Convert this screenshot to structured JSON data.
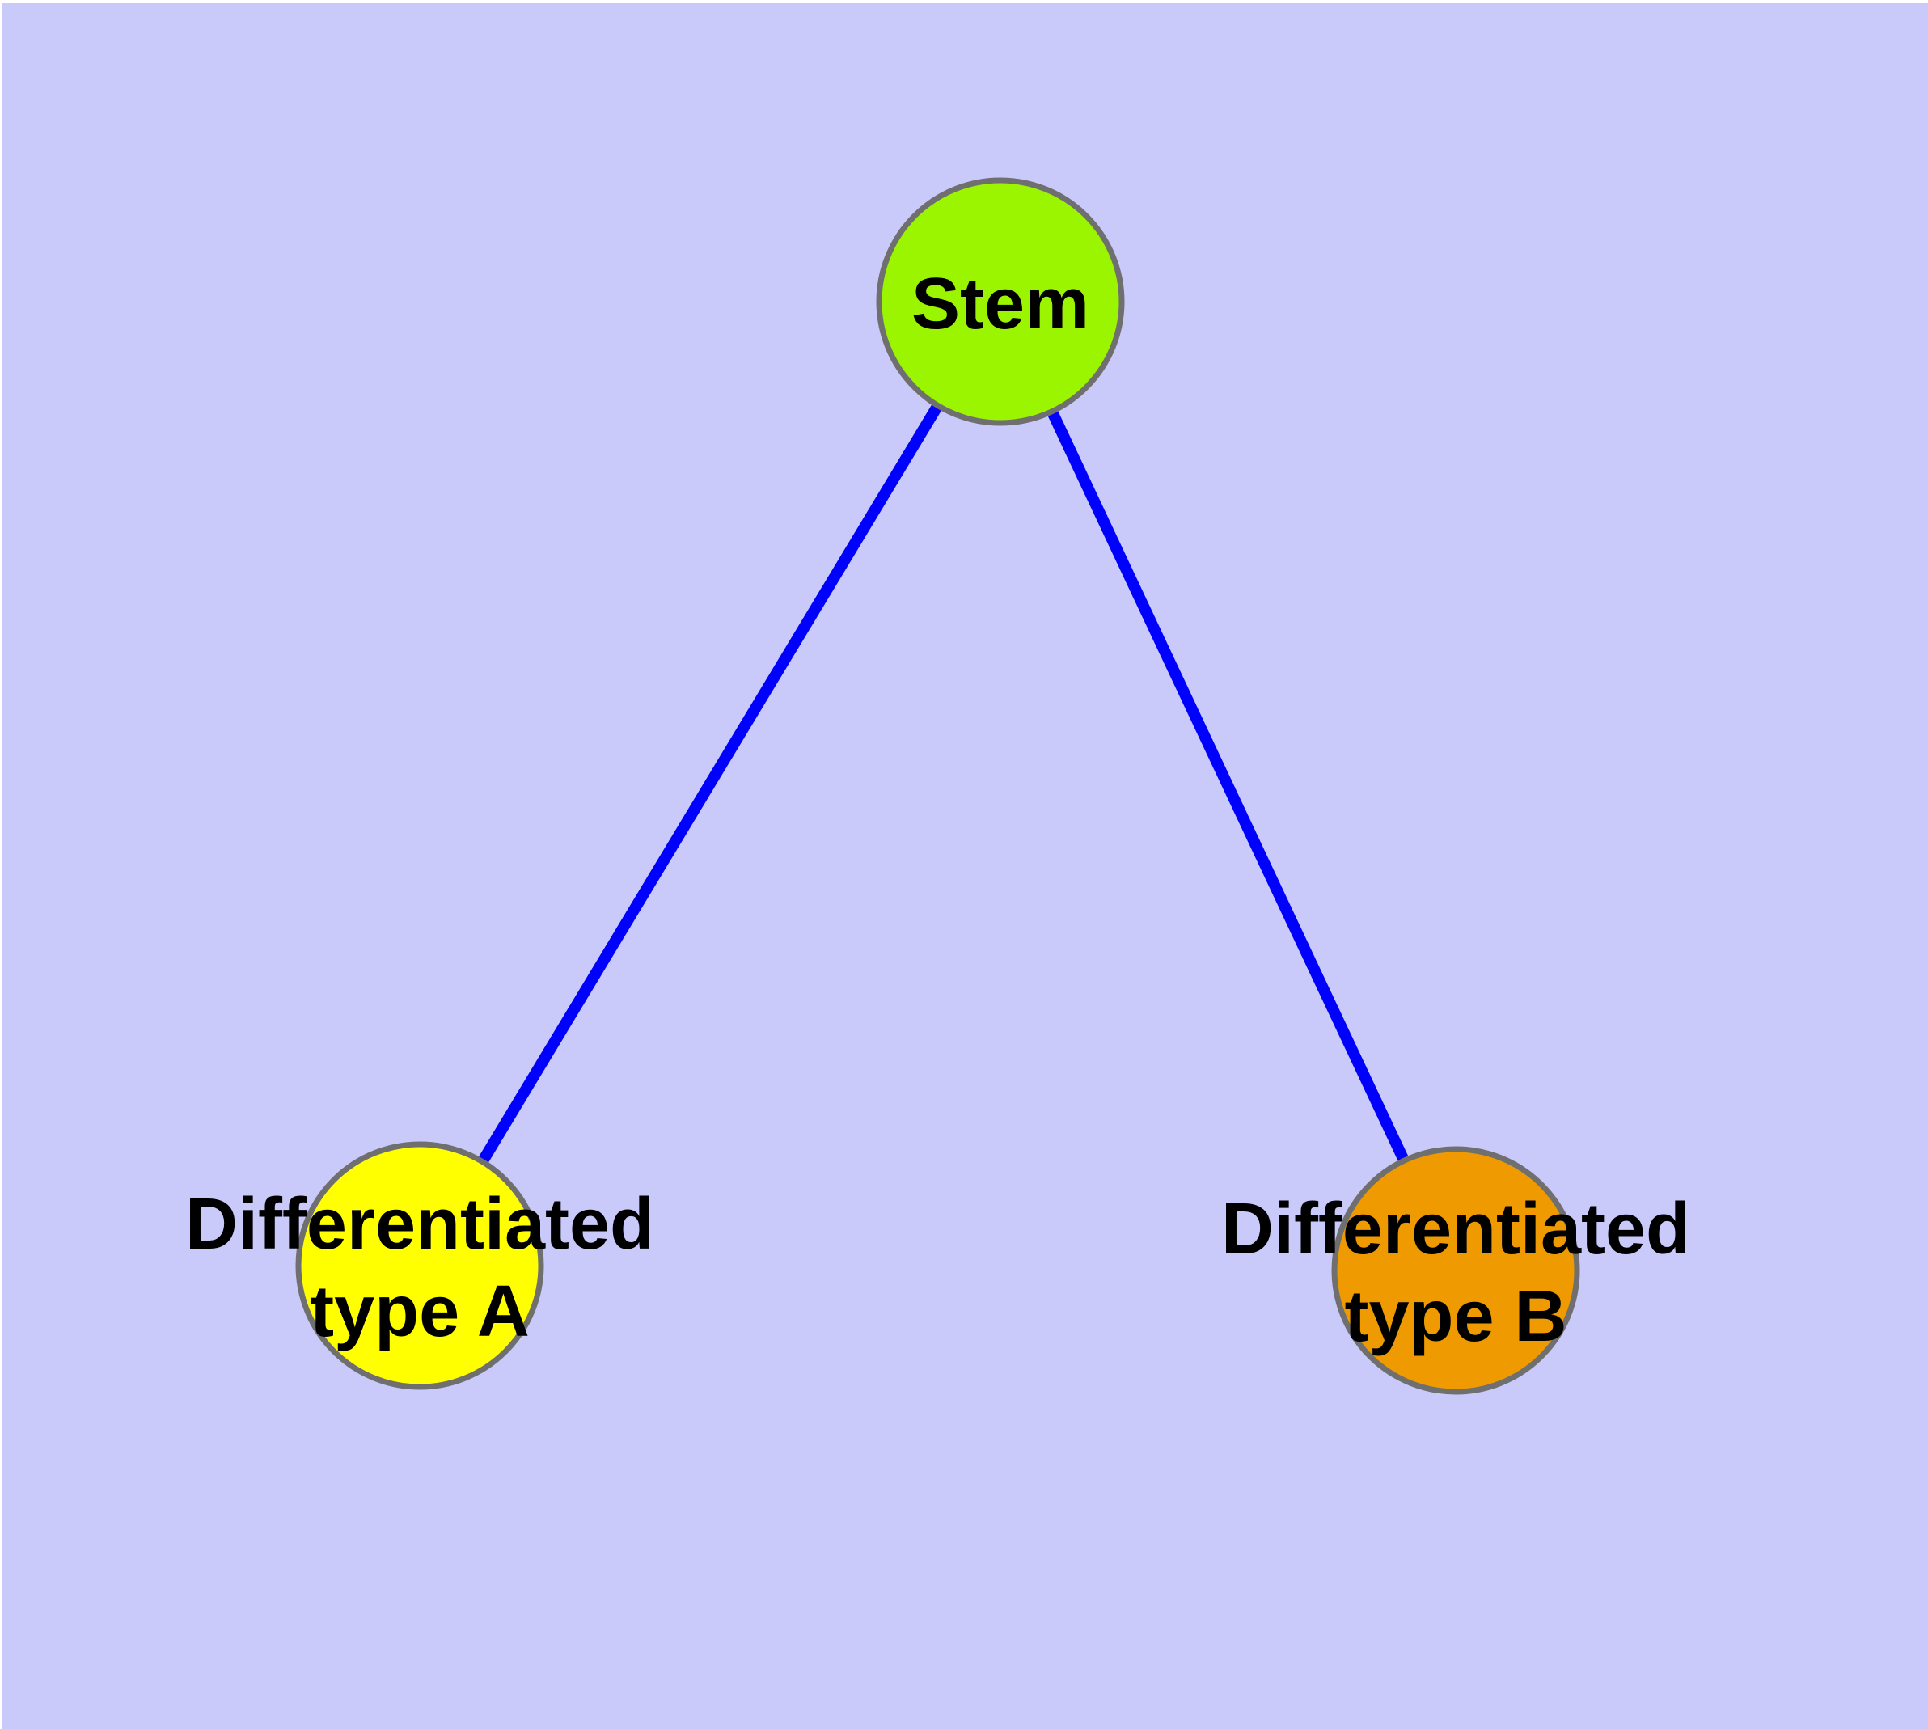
{
  "diagram": {
    "type": "graph",
    "background_color": "#C9C9FA",
    "margin_color": "#FFFFFF",
    "edge_color": "#0000FF",
    "node_border_color": "#6F6F6F",
    "label_color": "#000000",
    "nodes": {
      "stem": {
        "label": "Stem",
        "fill": "#9BF500"
      },
      "type_a": {
        "label_line1": "Differentiated",
        "label_line2": "type A",
        "fill": "#FFFF00"
      },
      "type_b": {
        "label_line1": "Differentiated",
        "label_line2": "type B",
        "fill": "#EE9A00"
      }
    },
    "edges": [
      {
        "from": "stem",
        "to": "type_a"
      },
      {
        "from": "stem",
        "to": "type_b"
      }
    ]
  }
}
